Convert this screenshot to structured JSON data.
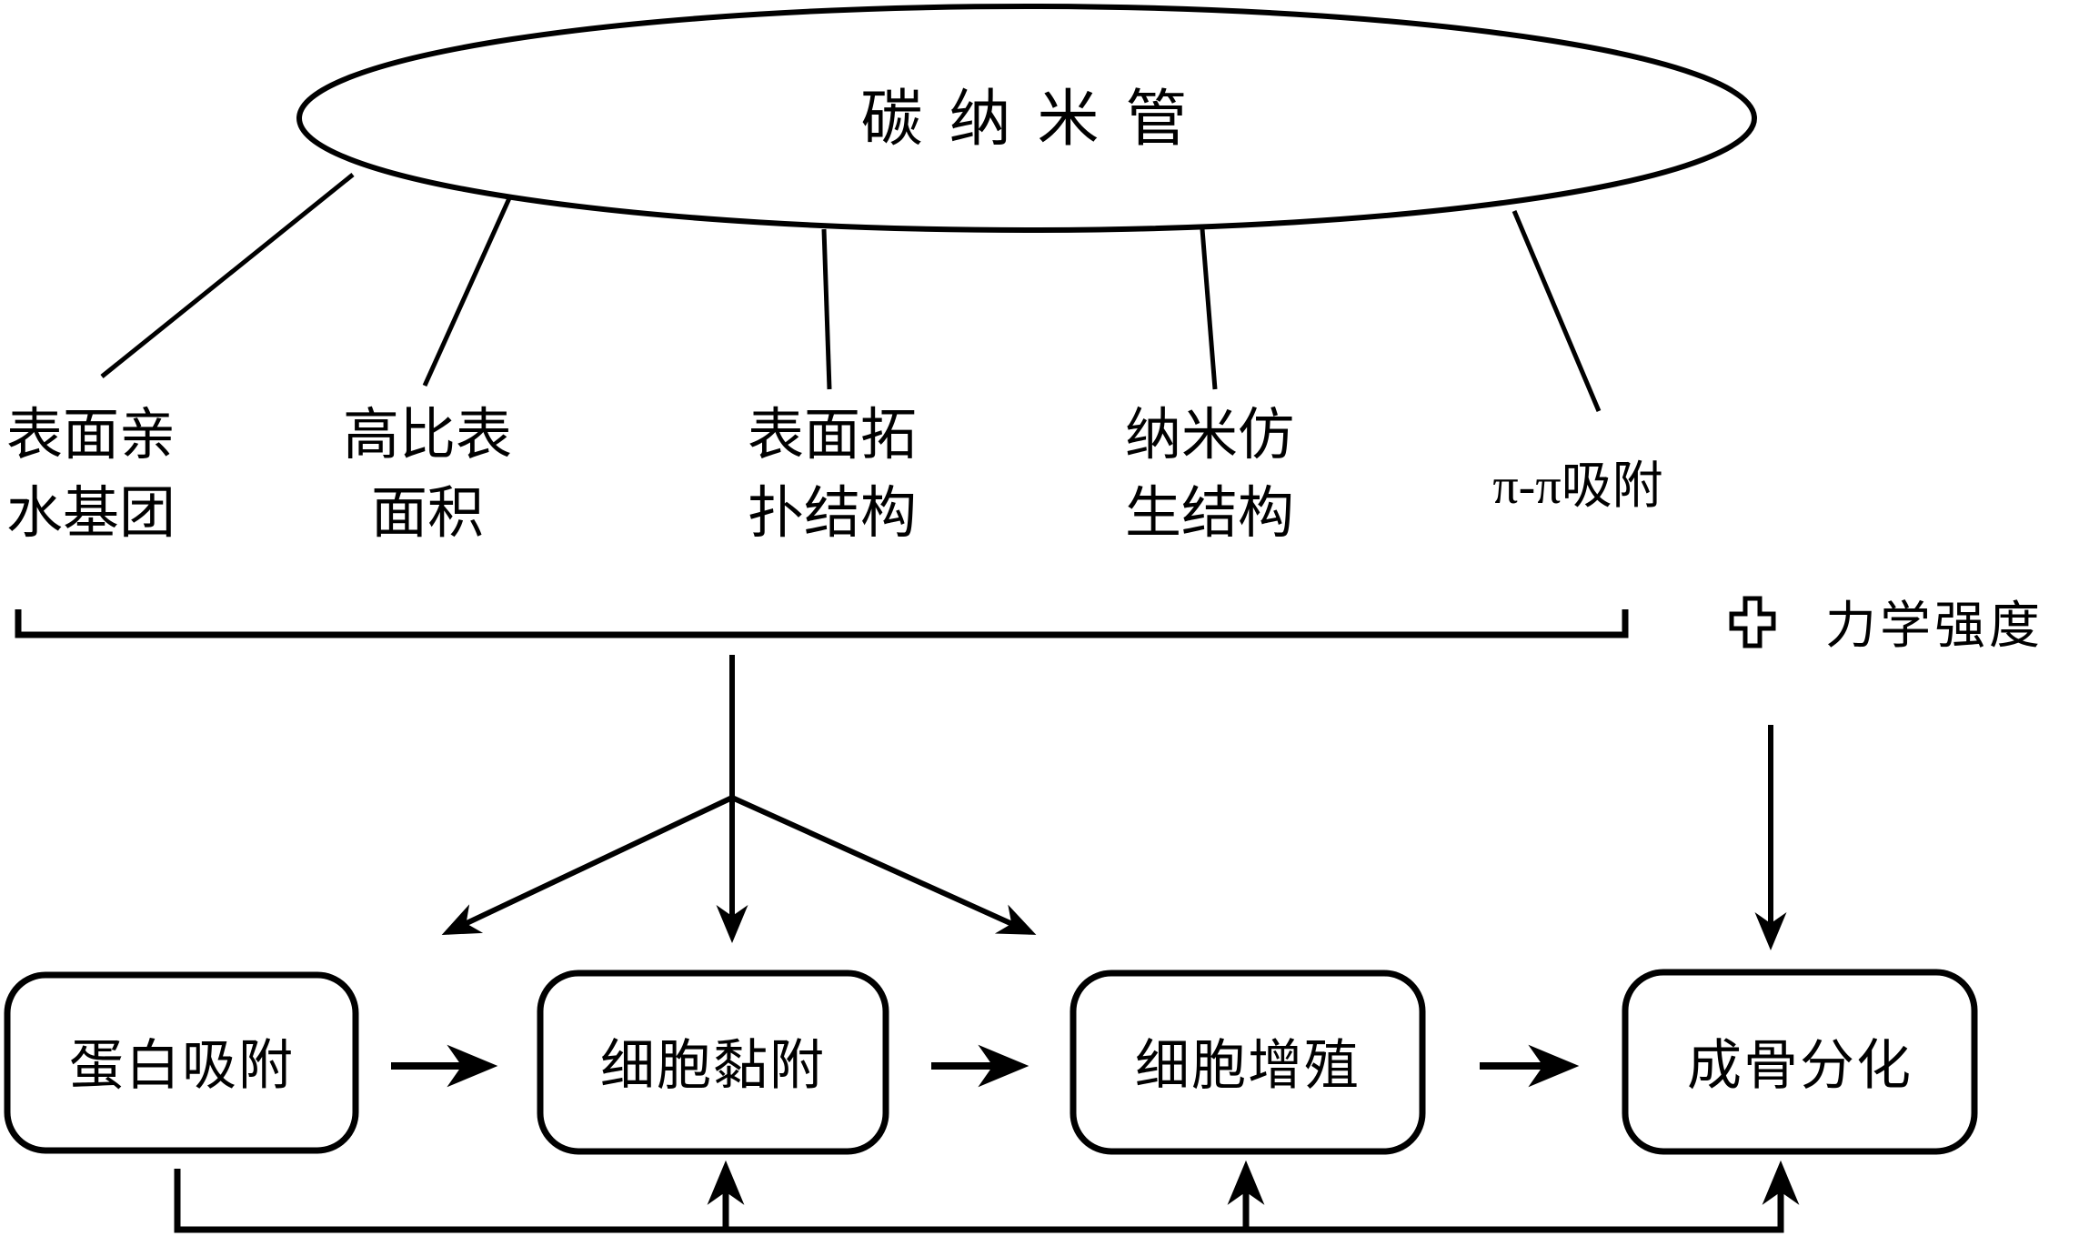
{
  "diagram": {
    "title": "碳 纳 米 管",
    "factors": [
      {
        "line1": "表面亲",
        "line2": "水基团"
      },
      {
        "line1": "高比表",
        "line2": "面积"
      },
      {
        "line1": "表面拓",
        "line2": "扑结构"
      },
      {
        "line1": "纳米仿",
        "line2": "生结构"
      },
      {
        "line1": "π-π吸附",
        "line2": ""
      }
    ],
    "side_note": "力学强度",
    "flow_boxes": [
      {
        "label": "蛋白吸附"
      },
      {
        "label": "细胞黏附"
      },
      {
        "label": "细胞增殖"
      },
      {
        "label": "成骨分化"
      }
    ],
    "colors": {
      "ink": "#000000",
      "background": "#ffffff"
    }
  }
}
